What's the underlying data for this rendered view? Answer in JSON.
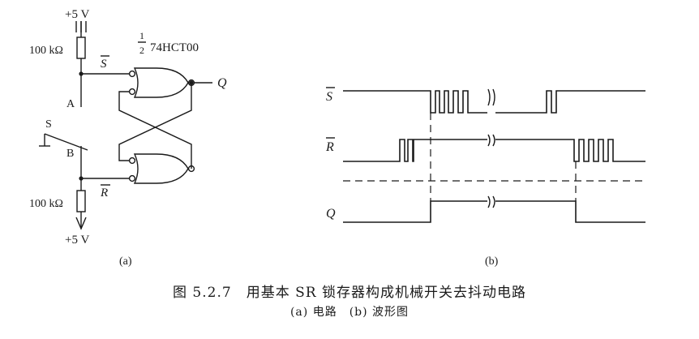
{
  "circuit": {
    "vcc_top": "+5 V",
    "vcc_bottom": "+5 V",
    "r_top": "100 kΩ",
    "r_bottom": "100 kΩ",
    "chip_frac_num": "1",
    "chip_frac_den": "2",
    "chip_name": "74HCT00",
    "sig_s": "S",
    "sig_r": "R",
    "node_a": "A",
    "node_b": "B",
    "switch_label": "S",
    "output": "Q",
    "panel_label": "(a)"
  },
  "waveform": {
    "label_s": "S",
    "label_r": "R",
    "label_q": "Q",
    "panel_label": "(b)"
  },
  "caption": {
    "title": "图 5.2.7　用基本 SR 锁存器构成机械开关去抖动电路",
    "sub": "(a) 电路　(b) 波形图"
  }
}
